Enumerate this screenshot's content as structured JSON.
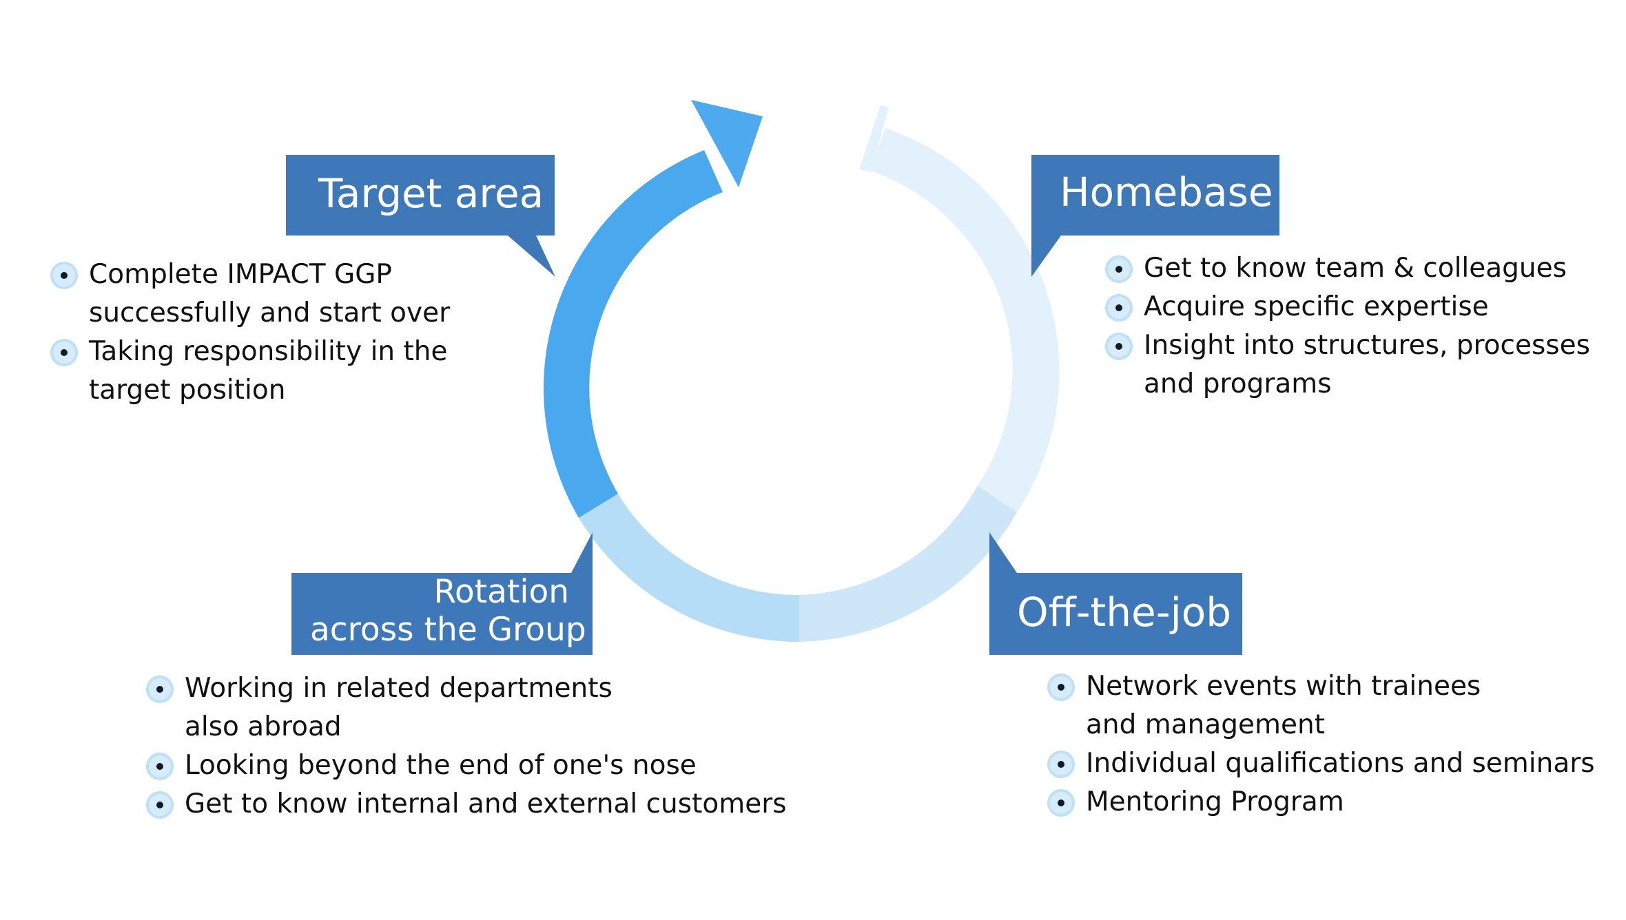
{
  "target_area": {
    "title": "Target area",
    "bullets": [
      "Complete IMPACT GGP\nsuccessfully and start over",
      "Taking responsibility in the\ntarget position"
    ]
  },
  "homebase": {
    "title": "Homebase",
    "bullets": [
      "Get to know team & colleagues",
      "Acquire specific expertise",
      "Insight into structures, processes\nand programs"
    ]
  },
  "rotation": {
    "title_line1": "Rotation",
    "title_line2": "across the Group",
    "bullets": [
      "Working in related departments\nalso abroad",
      "Looking beyond the end of one's nose",
      "Get to know internal and external customers"
    ]
  },
  "off_the_job": {
    "title": "Off-the-job",
    "bullets": [
      "Network events with trainees\nand management",
      "Individual qualifications and seminars",
      "Mentoring Program"
    ]
  },
  "colors": {
    "callout_fill": "#3f78b9",
    "ring_faint": "#e3f1fc",
    "ring_light": "#cde7f9",
    "ring_mid": "#b6ddf7",
    "ring_bright": "#4aa8ef",
    "arrow_bright": "#4ea9ee",
    "bullet_fill": "#d6ecfb",
    "bullet_dot": "#0d1b2a"
  }
}
